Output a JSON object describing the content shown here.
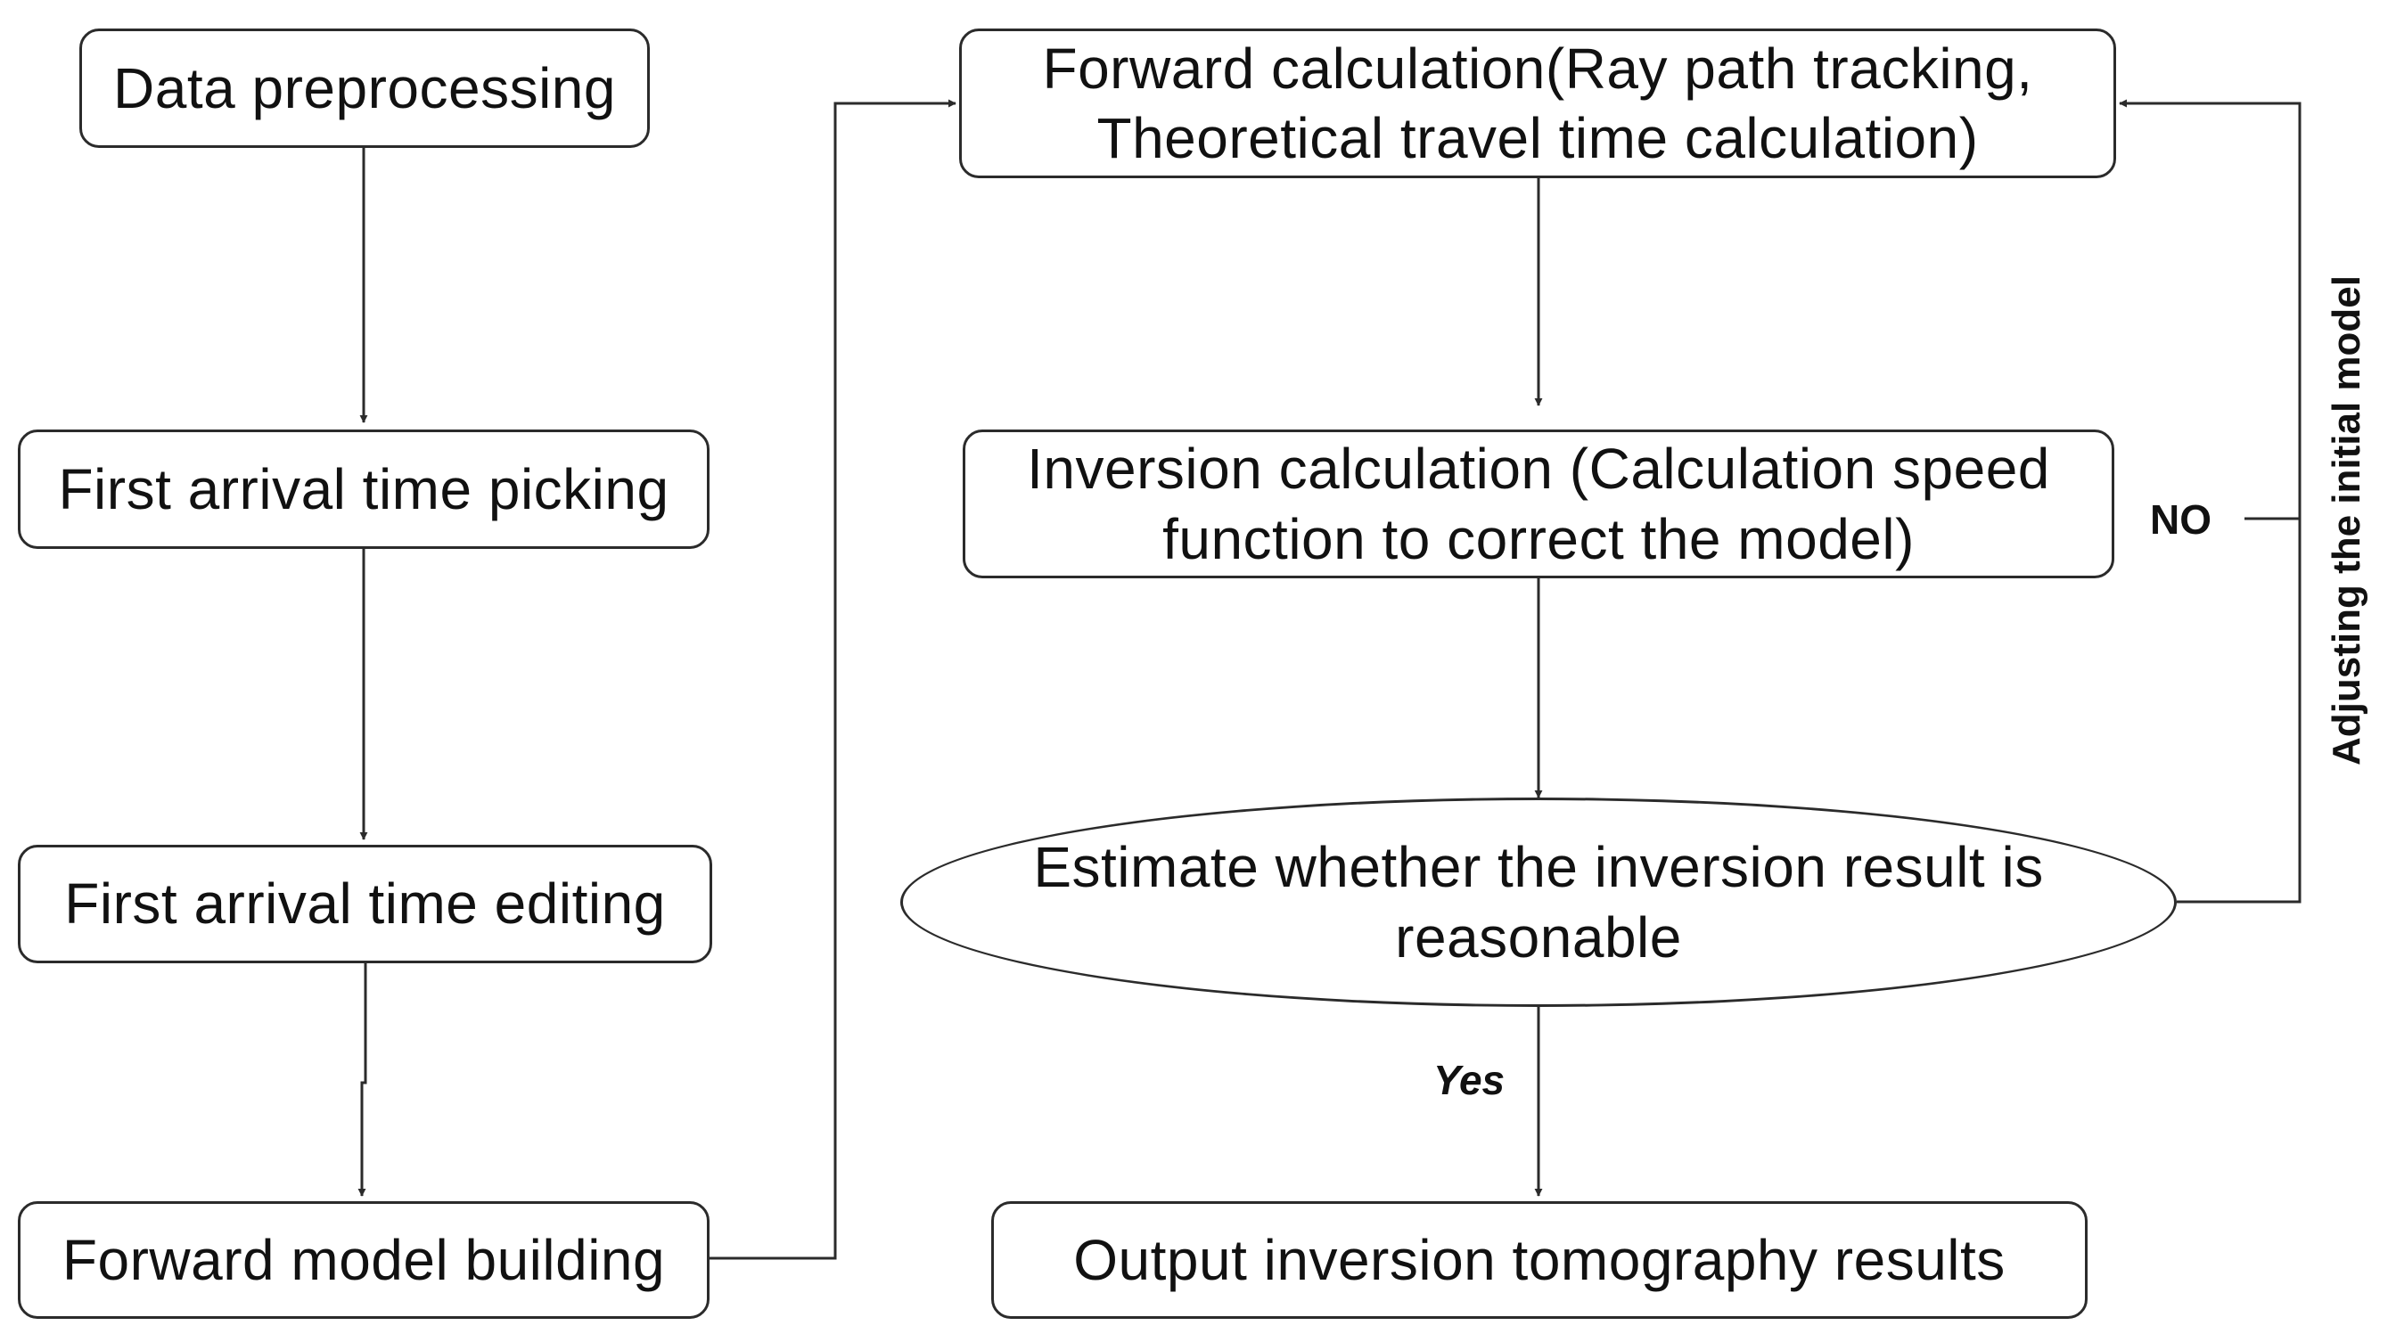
{
  "diagram": {
    "nodes": {
      "data_preprocessing": "Data preprocessing",
      "first_arrival_picking": "First arrival time picking",
      "first_arrival_editing": "First arrival time editing",
      "forward_model_building": "Forward model building",
      "forward_calc_line1": "Forward calculation(Ray path tracking,",
      "forward_calc_line2": "Theoretical travel time calculation)",
      "inversion_calc_line1": "Inversion calculation (Calculation speed",
      "inversion_calc_line2": "function to correct the model)",
      "estimate_line1": "Estimate whether the inversion result is",
      "estimate_line2": "reasonable",
      "output_results": "Output inversion tomography results"
    },
    "edge_labels": {
      "no": "NO",
      "yes": "Yes",
      "adjust": "Adjusting the initial model"
    },
    "colors": {
      "line": "#2b2b2b",
      "background": "#ffffff",
      "text": "#111111"
    }
  }
}
